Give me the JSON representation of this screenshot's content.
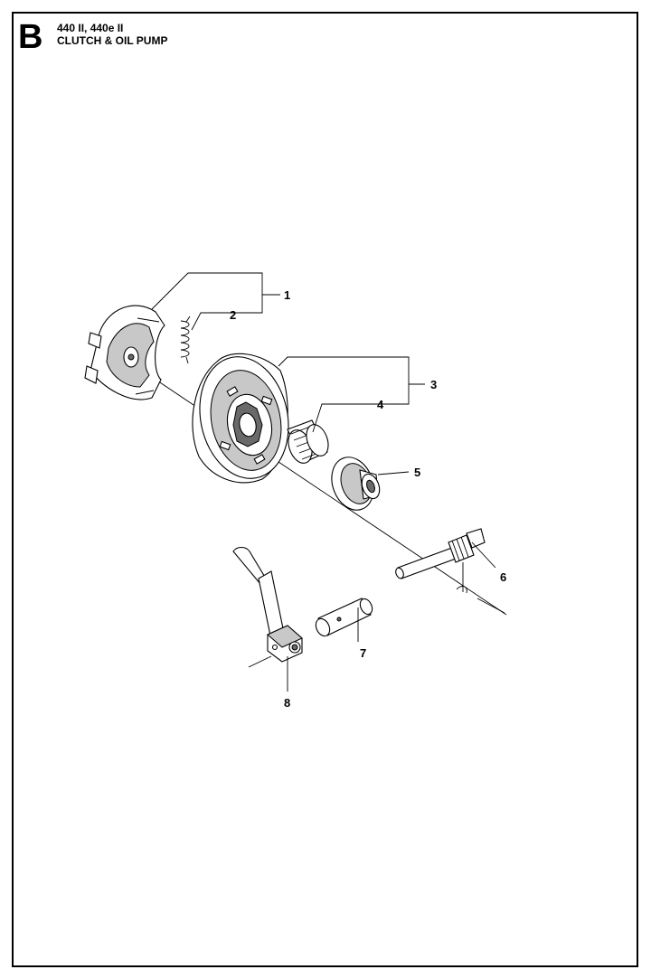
{
  "header": {
    "section_letter": "B",
    "model": "440 II, 440e II",
    "title": "CLUTCH & OIL PUMP"
  },
  "callouts": [
    {
      "id": "1",
      "label": "1"
    },
    {
      "id": "2",
      "label": "2"
    },
    {
      "id": "3",
      "label": "3"
    },
    {
      "id": "4",
      "label": "4"
    },
    {
      "id": "5",
      "label": "5"
    },
    {
      "id": "6",
      "label": "6"
    },
    {
      "id": "7",
      "label": "7"
    },
    {
      "id": "8",
      "label": "8"
    }
  ]
}
